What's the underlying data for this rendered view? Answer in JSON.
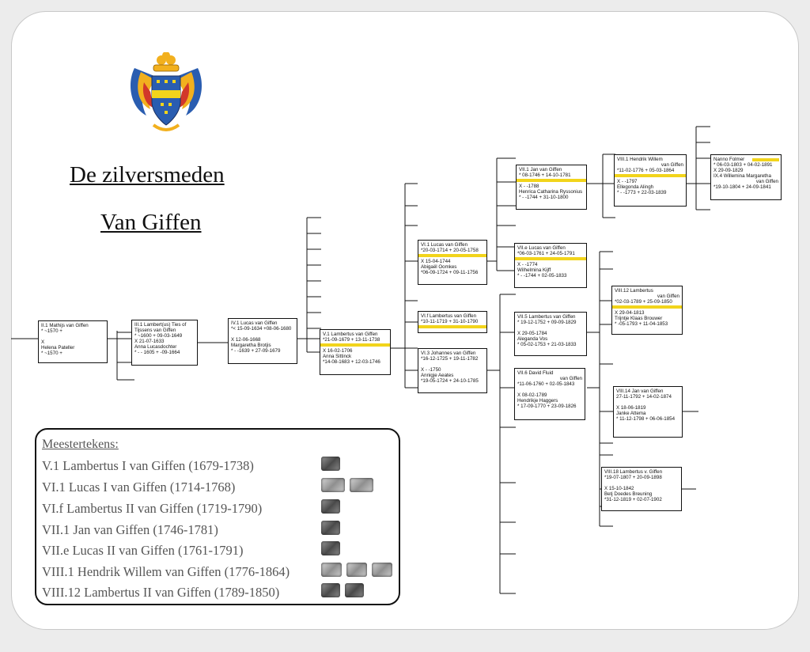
{
  "title": {
    "line1": "De zilversmeden",
    "line2": "Van Giffen"
  },
  "colors": {
    "highlight": "#f2d41b",
    "crest_blue": "#2a5db0",
    "crest_gold": "#f2b01e",
    "crest_red": "#d2372a"
  },
  "persons": {
    "p_ii1": [
      "II.1 Mathijs van Giffen",
      "* ~1570         +",
      "",
      "         X",
      "Helena Pateller",
      "* ~1570         +"
    ],
    "p_iii1": [
      "III.1 Lambert(us) Ties of",
      "Tijssens van Giffen",
      "* ~1600    + 09-03-1649",
      "      X 21-07-1633",
      "Anna Lucasdochter",
      "* - -  1605    + -09-1664"
    ],
    "p_iv1": [
      "IV.1 Lucas van Giffen",
      "*< 15-09-1634 +08-06-1680",
      "",
      "      X 12-06-1668",
      "Margaretha Brotjis",
      "* - -1639    + 27-09-1679"
    ],
    "p_v1": [
      "V.1 Lambertus van Giffen",
      "*21-09-1679   + 13-11-1738",
      "",
      "     X 16-02-1706",
      "Anna Sittinck",
      "*14-08-1683 + 12-03-1746"
    ],
    "p_vi1": [
      "VI.1 Lucas van Giffen",
      "*20-03-1714 + 20-05-1758",
      "",
      "      X 15-04-1744",
      "Abigaël Oomkes",
      "*06-09-1724 + 09-11-1756"
    ],
    "p_vif": [
      "VI.f Lambertus van Giffen",
      "*10-11-1719  + 31-10-1790"
    ],
    "p_vi3": [
      "VI.3 Johannes van Giffen",
      "*16-12-1725  + 19-11-1782",
      "",
      "     X  -  -1750",
      "Annigje Aeates",
      "*19-05-1724 + 24-10-1785"
    ],
    "p_vii1": [
      "VII.1 Jan van Giffen",
      "* 08-1746  + 14-10-1781",
      "",
      "       X  -  -1788",
      "Henrica Catharina Ryssonius",
      "*  -  -1744    + 31-10-1800"
    ],
    "p_viie": [
      "VII.e Lucas van Giffen",
      "*06-03-1761  + 24-05-1791",
      "",
      "       X  -  -1774",
      "Wilhelmina Kijff",
      "*  -  -1744     + 02-05-1833"
    ],
    "p_vii5": [
      "VII.5 Lambertus van Giffen",
      "* 19-12-1752  + 09-09-1829",
      "",
      "     X 29-05-1784",
      "Aleganda Vos",
      "* 05-02-1753 + 21-03-1833"
    ],
    "p_vii6": [
      "VII.6 David Fluid",
      "van Giffen",
      "*11-06-1760  + 02-05-1843",
      "",
      "     X 08-02-1789",
      "Hendrikje Haggers",
      "* 17-09-1770 + 23-09-1826"
    ],
    "p_viii1": [
      "VIII.1 Hendrik Willem",
      "van Giffen",
      "*11-02-1776   + 05-03-1864",
      "",
      "     X  -  -1797",
      "Ellegonda Alingh",
      "*  -  -1773    + 22-03-1839"
    ],
    "p_viii12": [
      "VIII.12 Lambertus",
      "van Giffen",
      "*02-03-1789  + 25-09-1850",
      "",
      "    X 29-04-1813",
      "Trijntje Klaas Brouwer",
      "*  -05-1793    + 11-04-1853"
    ],
    "p_viii14": [
      "VIII.14 Jan van Giffen",
      "27-11-1792  + 14-02-1874",
      "",
      "     X  18-06-1819",
      "Janke Attema",
      "* 11-12-1798 + 06-06-1854"
    ],
    "p_viii18": [
      "VIII.18 Lambertus v. Giffen",
      "*19-07-1807  + 20-09-1898",
      "",
      "     X 15-10-1842",
      "Betj Doedes Breuning",
      "*31-12-1819 + 02-07-1902"
    ],
    "p_ix4": [
      "Nanno Folmer",
      "* 06-03-1803 + 04-02-1891",
      "        X 29-09-1829",
      "IX.4 Willemina Margaretha",
      "van Giffen",
      "*19-10-1804  + 24-09-1841"
    ]
  },
  "legend": {
    "title": "Meestertekens:",
    "rows": [
      {
        "label": "V.1 Lambertus I van Giffen (1679-1738)",
        "marks": 1
      },
      {
        "label": "VI.1 Lucas I van Giffen (1714-1768)",
        "marks": 2
      },
      {
        "label": "VI.f Lambertus II van Giffen (1719-1790)",
        "marks": 1
      },
      {
        "label": "VII.1 Jan van Giffen (1746-1781)",
        "marks": 1
      },
      {
        "label": "VII.e Lucas II van Giffen (1761-1791)",
        "marks": 1
      },
      {
        "label": "VIII.1 Hendrik Willem van Giffen (1776-1864)",
        "marks": 3
      },
      {
        "label": "VIII.12 Lambertus II van Giffen (1789-1850)",
        "marks": 2
      }
    ]
  }
}
